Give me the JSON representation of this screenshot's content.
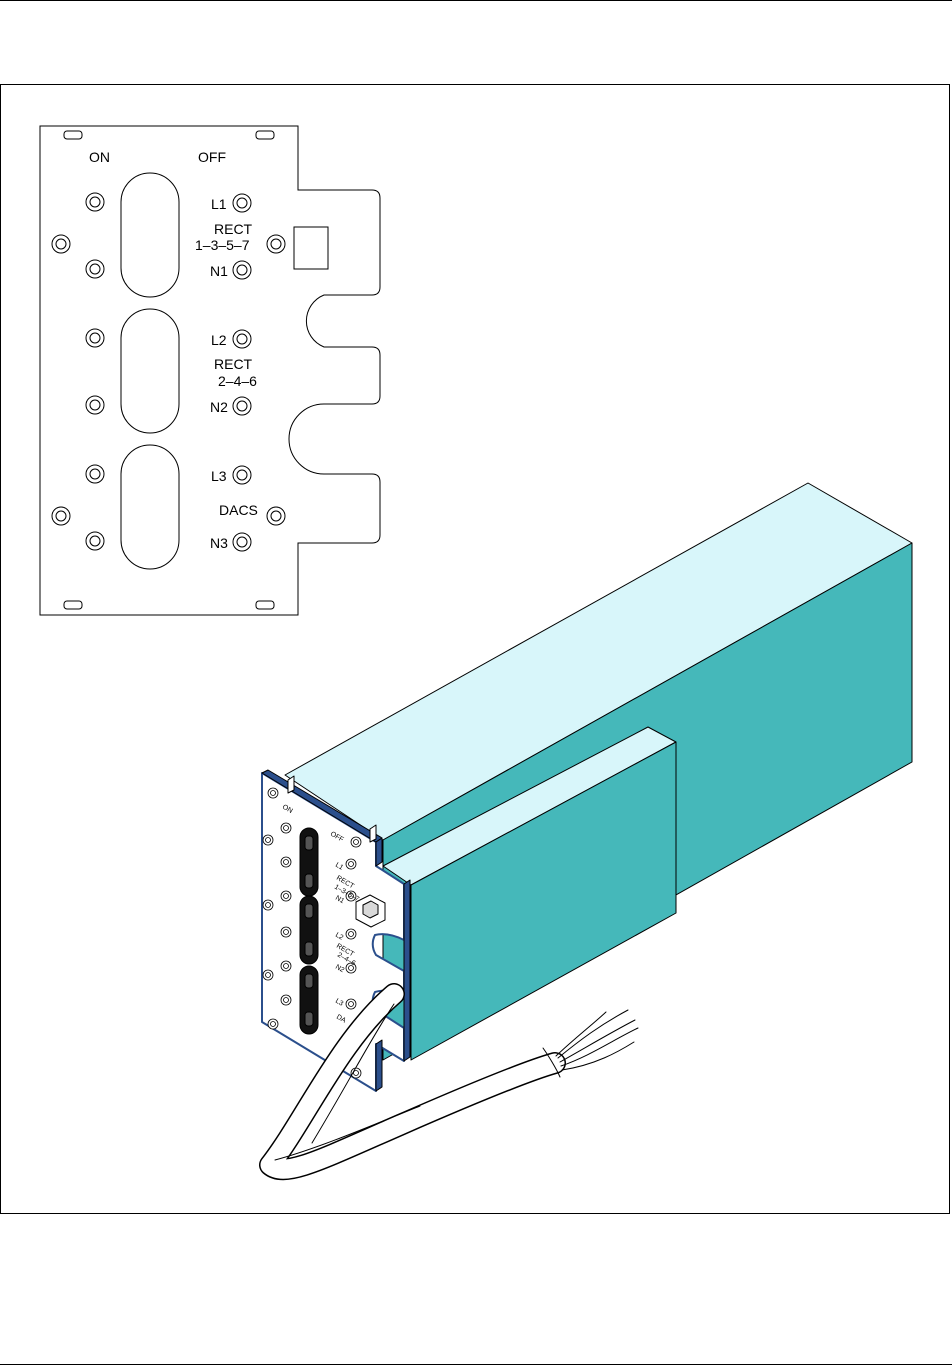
{
  "panel": {
    "on_label": "ON",
    "off_label": "OFF",
    "rect1": {
      "line": "L1",
      "title": "RECT",
      "numbers": "1–3–5–7",
      "neutral": "N1"
    },
    "rect2": {
      "line": "L2",
      "title": "RECT",
      "numbers": "2–4–6",
      "neutral": "N2"
    },
    "dacs": {
      "line": "L3",
      "title": "DACS",
      "neutral": "N3"
    }
  },
  "iso_panel": {
    "on_label": "ON",
    "off_label": "OFF",
    "l1": "L1",
    "rect": "RECT",
    "rect1_numbers": "1–3–5–7",
    "n1": "N1",
    "l2": "L2",
    "rect2_numbers": "2–4–6",
    "n2": "N2",
    "l3": "L3",
    "dacs_partial": "DA"
  },
  "colors": {
    "enclosure_top": "#d8f6fa",
    "enclosure_side": "#45b8ba",
    "panel_edge": "#2b4f8c",
    "line": "#000000"
  }
}
